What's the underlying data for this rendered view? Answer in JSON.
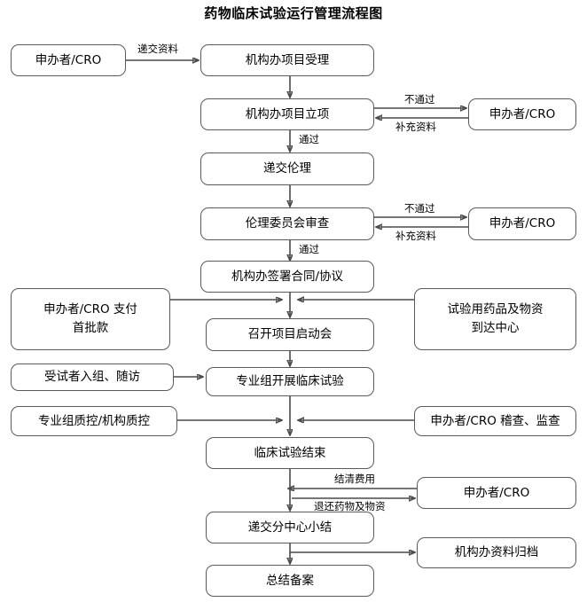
{
  "title": "药物临床试验运行管理流程图",
  "nodes": {
    "sponsor_start": {
      "label": "申办者/CRO"
    },
    "office_accept": {
      "label": "机构办项目受理"
    },
    "office_approve": {
      "label": "机构办项目立项"
    },
    "sponsor_r1": {
      "label": "申办者/CRO"
    },
    "submit_ethics": {
      "label": "递交伦理"
    },
    "ethics_review": {
      "label": "伦理委员会审查"
    },
    "sponsor_r2": {
      "label": "申办者/CRO"
    },
    "sign_contract": {
      "label": "机构办签署合同/协议"
    },
    "sponsor_pay_l1": {
      "label": "申办者/CRO 支付"
    },
    "sponsor_pay_l2": {
      "label": "首批款"
    },
    "drug_arrive_l1": {
      "label": "试验用药品及物资"
    },
    "drug_arrive_l2": {
      "label": "到达中心"
    },
    "kickoff": {
      "label": "召开项目启动会"
    },
    "subject_enroll": {
      "label": "受试者入组、随访"
    },
    "conduct_trial": {
      "label": "专业组开展临床试验"
    },
    "qc": {
      "label": "专业组质控/机构质控"
    },
    "audit_monitor": {
      "label": "申办者/CRO 稽查、监查"
    },
    "trial_end": {
      "label": "临床试验结束"
    },
    "sponsor_r3": {
      "label": "申办者/CRO"
    },
    "submit_summary": {
      "label": "递交分中心小结"
    },
    "archive": {
      "label": "机构办资料归档"
    },
    "final_record": {
      "label": "总结备案"
    }
  },
  "edge_labels": {
    "submit_materials": "递交资料",
    "fail_1": "不通过",
    "supplement_1": "补充资料",
    "pass_1": "通过",
    "fail_2": "不通过",
    "supplement_2": "补充资料",
    "pass_2": "通过",
    "settle_fee": "结清费用",
    "return_drugs": "退还药物及物资"
  },
  "colors": {
    "border": "#5a5a5a",
    "line": "#4a4a4a",
    "text": "#000000",
    "background": "#ffffff"
  }
}
